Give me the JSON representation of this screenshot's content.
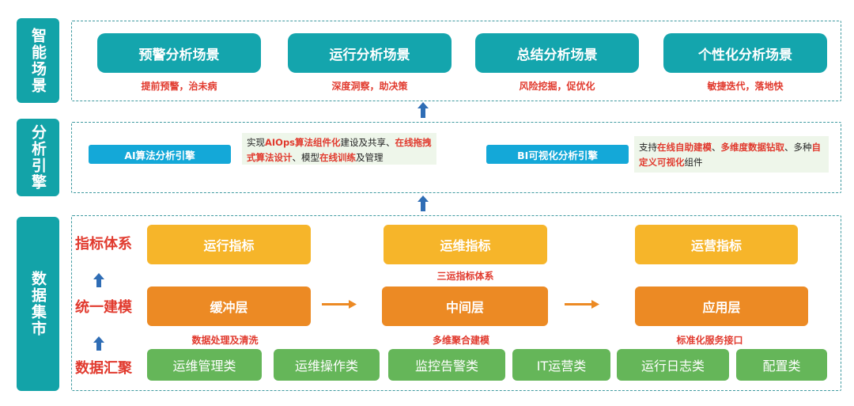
{
  "sections": {
    "smart_scenes": {
      "label": "智能场景",
      "items": [
        {
          "title": "预警分析场景",
          "note": "提前预警，治未病"
        },
        {
          "title": "运行分析场景",
          "note": "深度洞察，助决策"
        },
        {
          "title": "总结分析场景",
          "note": "风险挖掘，促优化"
        },
        {
          "title": "个性化分析场景",
          "note": "敏捷迭代，落地快"
        }
      ]
    },
    "analysis_engine": {
      "label": "分析引擎",
      "ai_engine": "AI算法分析引擎",
      "ai_desc": {
        "p1": "实现",
        "h1": "AIOps算法组件化",
        "p2": "建设及共享、",
        "h2": "在线拖拽式算法设计",
        "p3": "、模型",
        "h3": "在线训练",
        "p4": "及管理"
      },
      "bi_engine": "BI可视化分析引擎",
      "bi_desc": {
        "p1": "支持",
        "h1": "在线自助建模",
        "p2": "、",
        "h2": "多维度数据钻取",
        "p3": "、多种",
        "h3": "自定义可视化",
        "p4": "组件"
      }
    },
    "data_mart": {
      "label": "数据集市",
      "tiers": {
        "metrics": "指标体系",
        "modeling": "统一建模",
        "aggregation": "数据汇聚"
      },
      "metrics_items": [
        "运行指标",
        "运维指标",
        "运营指标"
      ],
      "metrics_note": "三运指标体系",
      "layers": [
        "缓冲层",
        "中间层",
        "应用层"
      ],
      "layer_notes": [
        "数据处理及清洗",
        "多维聚合建模",
        "标准化服务接口"
      ],
      "sources": [
        "运维管理类",
        "运维操作类",
        "监控告警类",
        "IT运营类",
        "运行日志类",
        "配置类"
      ]
    }
  },
  "colors": {
    "teal": "#14a5ad",
    "red": "#e13a2e",
    "blue_arrow": "#2f6db5",
    "yellow": "#f6b52a",
    "orange": "#ec8a24",
    "green": "#65b659"
  }
}
